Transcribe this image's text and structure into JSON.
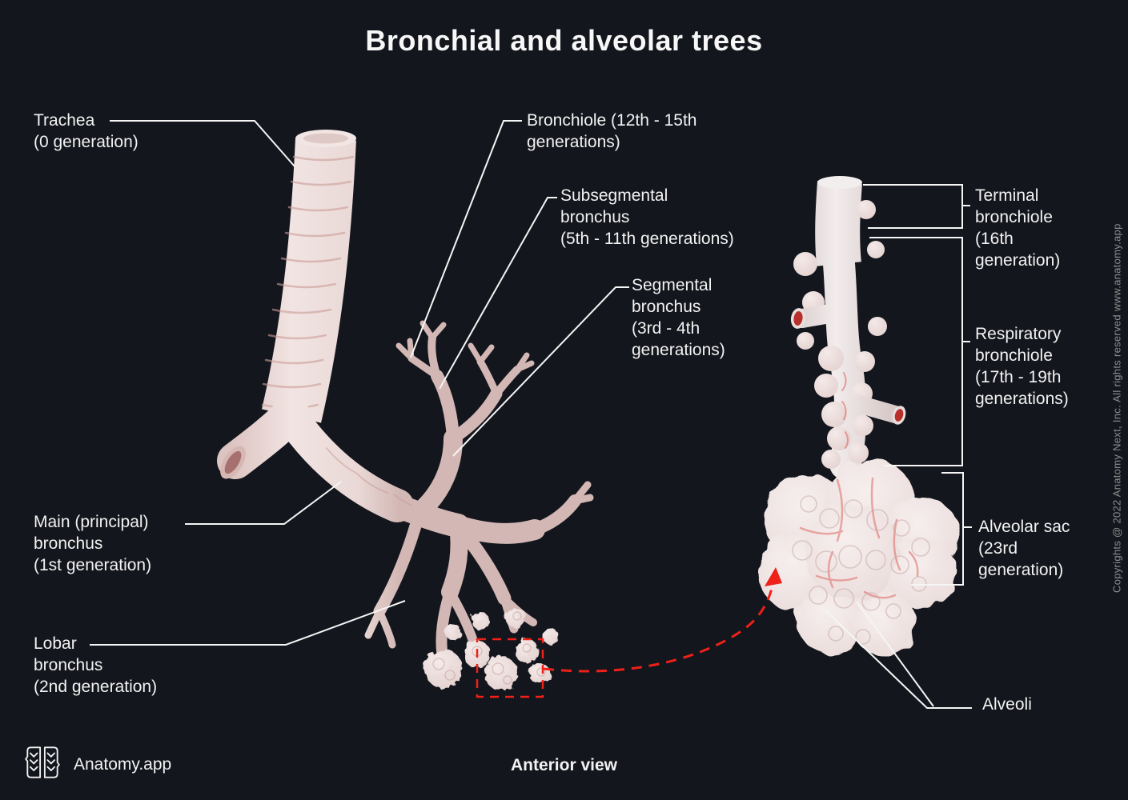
{
  "title": "Bronchial and alveolar trees",
  "view": "Anterior view",
  "brand": {
    "name": "Anatomy.app",
    "logo_icon": "brain-icon"
  },
  "copyright": "Copyrights @ 2022 Anatomy Next, Inc. All rights reserved www.anatomy.app",
  "labels": {
    "trachea": "Trachea\n(0 generation)",
    "main_bronchus": "Main (principal)\nbronchus\n(1st generation)",
    "lobar_bronchus": "Lobar\nbronchus\n(2nd generation)",
    "bronchiole": "Bronchiole (12th - 15th\ngenerations)",
    "subsegmental_bronchus": "Subsegmental\nbronchus\n(5th - 11th generations)",
    "segmental_bronchus": "Segmental\nbronchus\n(3rd - 4th\ngenerations)",
    "terminal_bronchiole": "Terminal\nbronchiole\n(16th\ngeneration)",
    "respiratory_bronchiole": "Respiratory\nbronchiole\n(17th - 19th\ngenerations)",
    "alveolar_sac": "Alveolar sac\n(23rd\ngeneration)",
    "alveoli": "Alveoli"
  },
  "colors": {
    "background": "#14161d",
    "text": "#f2f2f2",
    "leader_line": "#f5f5f5",
    "annotation_red": "#ee2018",
    "model_pink_light": "#f3e8e6",
    "model_pink_dark": "#d6bdba",
    "crevice_red": "#dd5f58",
    "copyright_gray": "#8e8e90"
  }
}
